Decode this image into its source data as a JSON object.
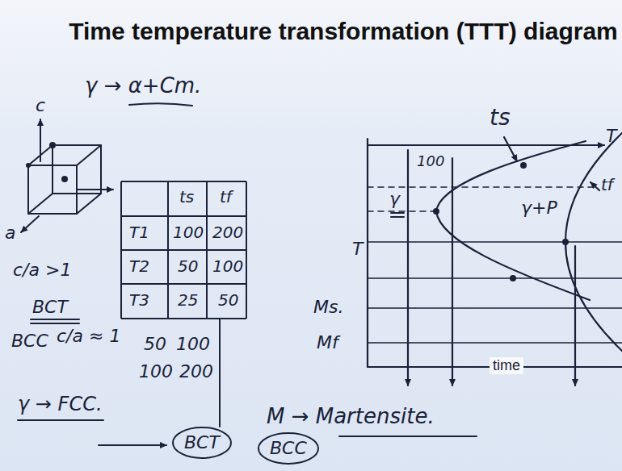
{
  "diagram": {
    "title": "Time temperature transformation (TTT) diagram",
    "nodes": [
      {
        "text": [
          "BCT"
        ]
      },
      {
        "text": [
          "BCC"
        ]
      }
    ],
    "labels": [
      "c",
      "a",
      "γ → α+Cm.",
      "ts",
      "tf",
      "T1",
      "100",
      "200",
      "T2",
      "50",
      "100",
      "T3",
      "25",
      "50",
      "c/a >1",
      "BCT",
      "BCC",
      "c/a ≈ 1",
      "50",
      "100",
      "100",
      "200",
      "γ → FCC.",
      "M → Martensite.",
      "ts",
      "T",
      "100",
      "γ",
      "γ+P",
      "tf",
      "T",
      "Ms.",
      "Mf",
      "time"
    ]
  }
}
